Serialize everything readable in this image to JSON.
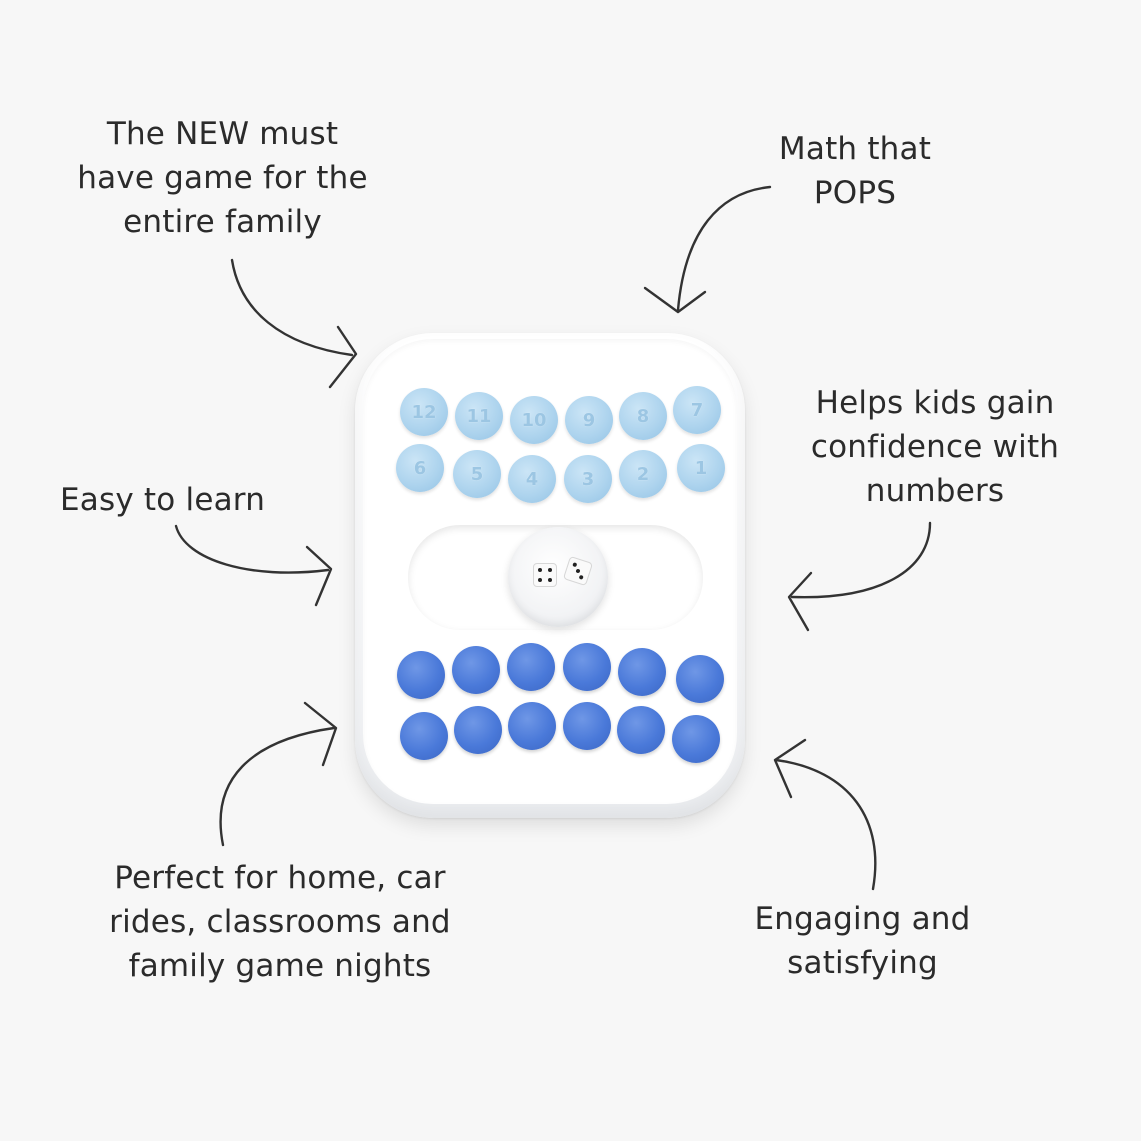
{
  "callouts": {
    "new_game": "The NEW must\nhave game for the\nentire family",
    "math": "Math that\nPOPS",
    "confidence": "Helps kids gain\nconfidence with\nnumbers",
    "easy": "Easy to learn",
    "perfect": "Perfect for home, car\nrides, classrooms and\nfamily game nights",
    "engaging": "Engaging and\nsatisfying"
  },
  "board": {
    "top_numbers_row1": [
      "12",
      "11",
      "10",
      "9",
      "8",
      "7"
    ],
    "top_numbers_row2": [
      "6",
      "5",
      "4",
      "3",
      "2",
      "1"
    ],
    "colors": {
      "light_bubble": "#aed4ee",
      "dark_bubble": "#4a79d9",
      "board": "#ffffff",
      "background": "#f7f7f7"
    }
  }
}
